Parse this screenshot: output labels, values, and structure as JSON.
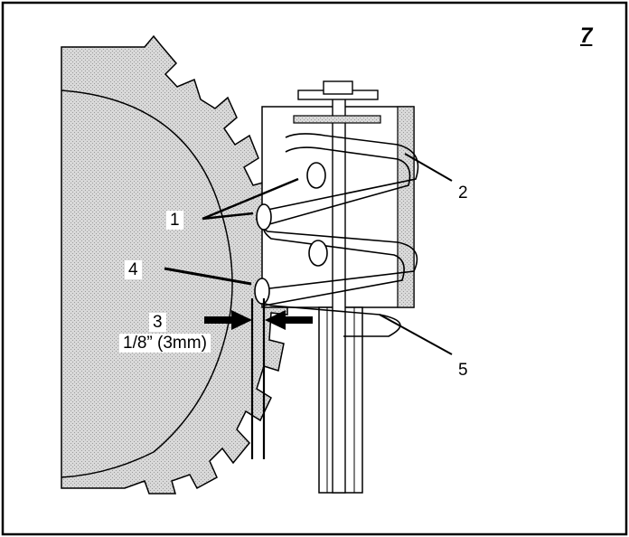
{
  "figure": {
    "number": "7",
    "callouts": {
      "c1": "1",
      "c2": "2",
      "c3": "3",
      "c3_measure": "1/8” (3mm)",
      "c4": "4",
      "c5": "5"
    }
  },
  "colors": {
    "line": "#000000",
    "shading": "#cfcfcf",
    "background": "#ffffff"
  }
}
